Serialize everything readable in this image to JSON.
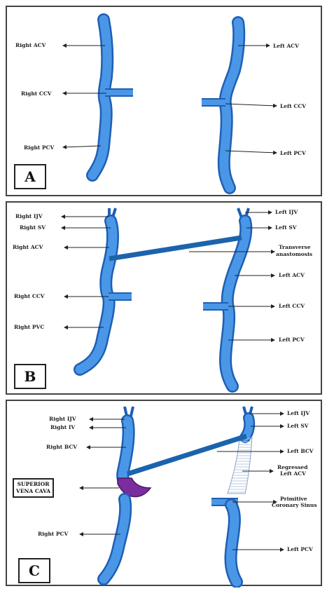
{
  "colors": {
    "vein": "#4a97e8",
    "vein_dark": "#1e5fb3",
    "anastomosis": "#1c63ad",
    "svc": "#7b2c9f",
    "border": "#444444"
  },
  "panels": {
    "a": {
      "tag": "A",
      "labels": {
        "right_acv": "Right ACV",
        "right_ccv": "Right CCV",
        "right_pcv": "Right PCV",
        "left_acv": "Left ACV",
        "left_ccv": "Left CCV",
        "left_pcv": "Left PCV"
      }
    },
    "b": {
      "tag": "B",
      "labels": {
        "right_ijv": "Right IJV",
        "right_sv": "Right SV",
        "right_acv": "Right  ACV",
        "right_ccv": "Right CCV",
        "right_pvc": "Right PVC",
        "left_ijv": "Left IJV",
        "left_sv": "Left SV",
        "transverse_1": "Transverse",
        "transverse_2": "anastomosis",
        "left_acv": "Left  ACV",
        "left_ccv": "Left CCV",
        "left_pcv": "Left PCV"
      }
    },
    "c": {
      "tag": "C",
      "labels": {
        "right_ijv": "Right IJV",
        "right_iv": "Right IV",
        "right_bcv": "Right BCV",
        "svc_1": "SUPERIOR",
        "svc_2": "VENA CAVA",
        "right_pcv": "Right PCV",
        "left_ijv": "Left IJV",
        "left_sv": "Left SV",
        "left_bcv": "Left BCV",
        "regressed_1": "Regressed",
        "regressed_2": "Left ACV",
        "coronary_1": "Primitive",
        "coronary_2": "Coronary Sinus",
        "left_pcv": "Left PCV"
      }
    }
  }
}
